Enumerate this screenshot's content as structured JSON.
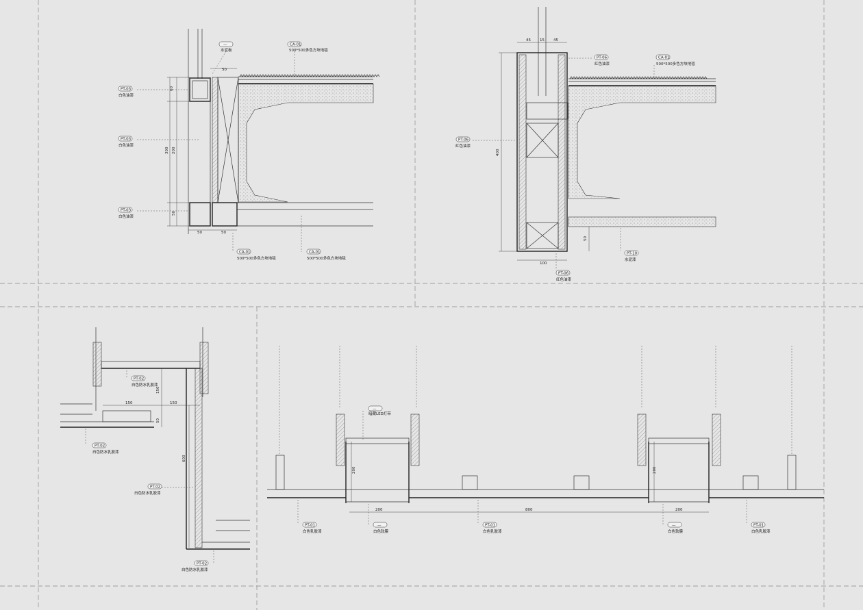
{
  "labels": {
    "tag_dash": "—",
    "tag_pt03": "PT-03",
    "tag_pt06": "PT-06",
    "tag_pt10": "PT-10",
    "tag_pt02": "PT-02",
    "tag_pt01": "PT-01",
    "tag_ca01": "CA-01",
    "cement_board": "水泥板",
    "white_paint": "白色油漆",
    "red_paint": "红色油漆",
    "cement_paint": "水泥漆",
    "carpet": "500*500多色方块地毯",
    "white_waterproof_latex": "白色防水乳胶漆",
    "white_latex": "白色乳胶漆",
    "white_soft_film": "白色软膜",
    "hidden_led": "暗藏LED灯带"
  },
  "dims": {
    "d50": "50",
    "d60": "60",
    "d200": "200",
    "d300": "300",
    "d45": "45",
    "d15": "15",
    "d400": "400",
    "d100": "100",
    "d150": "150",
    "d600": "600",
    "d800": "800"
  }
}
